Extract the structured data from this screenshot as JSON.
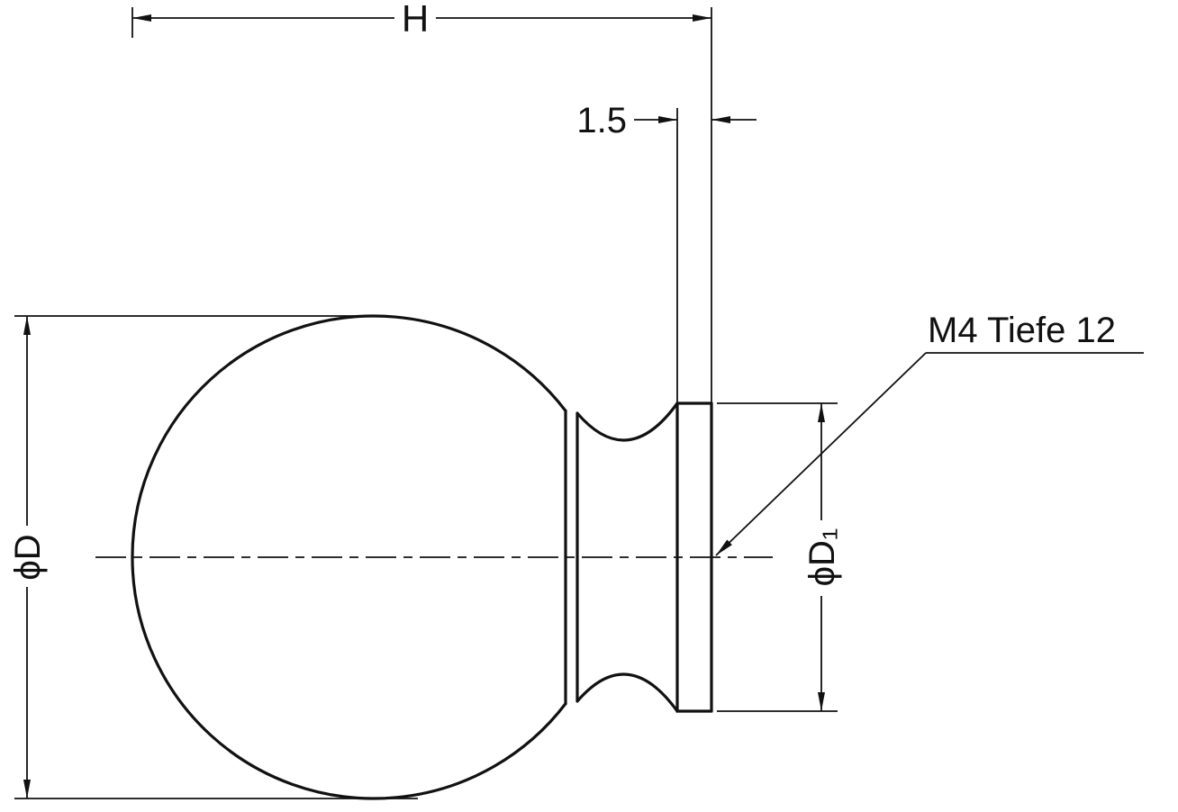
{
  "drawing": {
    "labels": {
      "height": "H",
      "flange_thickness": "1.5",
      "ball_diameter": "ϕD",
      "base_diameter": "ϕD₁",
      "thread_note": "M4 Tiefe 12"
    },
    "colors": {
      "line": "#111111",
      "background": "#ffffff"
    }
  }
}
